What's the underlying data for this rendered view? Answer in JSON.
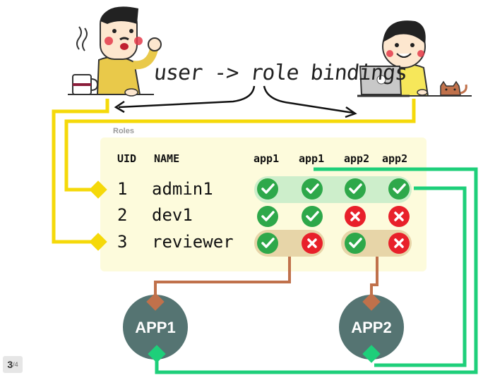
{
  "title": "user -> role bindings",
  "roles_label": "Roles",
  "headers": {
    "uid": "UID",
    "name": "NAME",
    "apps": [
      "app1",
      "app1",
      "app2",
      "app2"
    ]
  },
  "rows": [
    {
      "uid": "1",
      "name": "admin1",
      "perms": [
        "check",
        "check",
        "check",
        "check"
      ]
    },
    {
      "uid": "2",
      "name": "dev1",
      "perms": [
        "check",
        "check",
        "cross",
        "cross"
      ]
    },
    {
      "uid": "3",
      "name": "reviewer",
      "perms": [
        "check",
        "cross",
        "check",
        "cross"
      ]
    }
  ],
  "apps": [
    "APP1",
    "APP2"
  ],
  "page": {
    "current": "3",
    "total": "/4"
  },
  "colors": {
    "user_link": "#f5d90a",
    "app_link_in": "#c0714b",
    "app_link_out": "#1ecf7a",
    "check": "#2ea84a",
    "cross": "#e8202a",
    "app_node": "#557472",
    "panel": "#fdfbdc"
  }
}
